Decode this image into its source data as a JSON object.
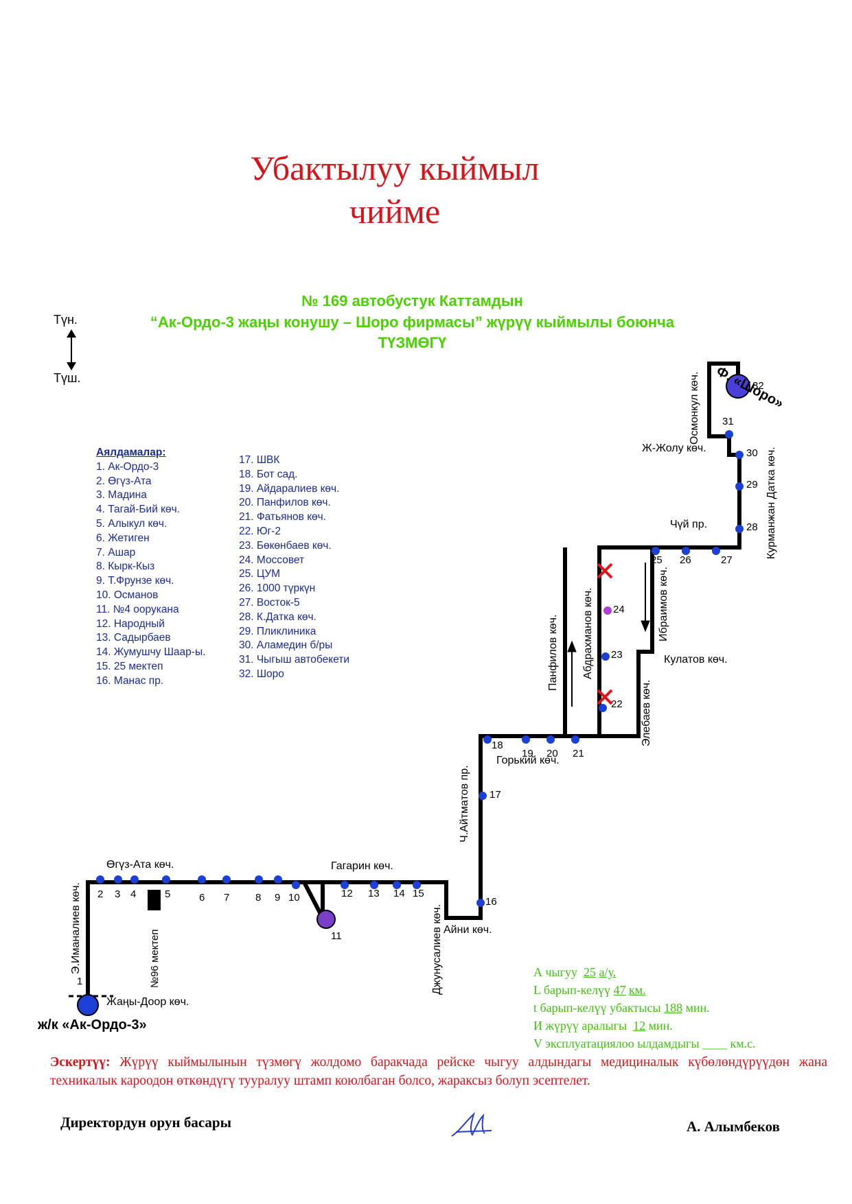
{
  "title": {
    "line1": "Убактылуу кыймыл",
    "line2": "чийме"
  },
  "heading": {
    "line1": "№ 169  автобустук Каттамдын",
    "line2": "“Ак-Ордо-3 жаңы конушу  – Шоро фирмасы” жүрүү кыймылы боюнча",
    "line3": "ТҮЗМӨГҮ"
  },
  "compass": {
    "north": "Түн.",
    "south": "Түш."
  },
  "legend": {
    "heading": "Аялдамалар:",
    "stops": [
      "1. Ак-Ордо-3",
      "2. Өгүз-Ата",
      "3. Мадина",
      "4. Тагай-Бий көч.",
      "5. Алыкул көч.",
      "6. Жетиген",
      "7. Ашар",
      "8. Кырк-Кыз",
      "9. Т.Фрунзе көч.",
      "10. Османов",
      "11. №4 оорукана",
      "12. Народный",
      "13. Садырбаев",
      "14. Жумушчу Шаар-ы.",
      "15. 25 мектеп",
      "16. Манас пр.",
      "17. ШВК",
      "18. Бот сад.",
      "19. Айдаралиев көч.",
      "20. Панфилов көч.",
      "21. Фатьянов көч.",
      "22. Юг-2",
      "23. Бөкөнбаев көч.",
      "24. Моссовет",
      "25. ЦУМ",
      "26. 1000 түркүн",
      "27. Восток-5",
      "28. К.Датка көч.",
      "29. Пликлиника",
      "30. Аламедин б/ры",
      "31. Чыгыш автобекети",
      "32. Шоро"
    ]
  },
  "map": {
    "endpoint_start": "ж/к «Ак-Ордо-3»",
    "endpoint_end": "Ф. «Шоро»",
    "school": "№96 мектеп",
    "streets": {
      "imanaliev": "Э.Иманалиев көч.",
      "oguz_ata": "Өгүз-Ата көч.",
      "gagarin": "Гагарин көч.",
      "jany_door": "Жаңы-Доор көч.",
      "djunusaliev": "Джунусалиев көч.",
      "aini": "Айни көч.",
      "aitmatov": "Ч.Айтматов пр.",
      "gorky": "Горький көч.",
      "panfilov": "Панфилов көч.",
      "abdrahmanov": "Абдрахманов көч.",
      "ibraimov": "Ибраимов көч.",
      "elebaev": "Элебаев көч.",
      "kulatov": "Кулатов көч.",
      "chui": "Чүй пр.",
      "kurmanjan": "Курманжан Датка көч.",
      "jjolu": "Ж-Жолу көч.",
      "osmonkul": "Осмонкул көч."
    },
    "stop_numbers": [
      "1",
      "2",
      "3",
      "4",
      "5",
      "6",
      "7",
      "8",
      "9",
      "10",
      "11",
      "12",
      "13",
      "14",
      "15",
      "16",
      "17",
      "18",
      "19",
      "20",
      "21",
      "22",
      "23",
      "24",
      "25",
      "26",
      "27",
      "28",
      "29",
      "30",
      "31",
      "32"
    ]
  },
  "stats": {
    "a_label": "А чыгуу",
    "a_value": "25",
    "a_unit": "а/у.",
    "l_label": "L барып-келүү",
    "l_value": "47",
    "l_unit": "км.",
    "t_label": "t барып-келүү убактысы",
    "t_value": "188",
    "t_unit": "мин.",
    "i_label": "И жүрүү аралыгы",
    "i_value": "12",
    "i_unit": "мин.",
    "v_label": "V эксплуатациялоо ылдамдыгы",
    "v_value": "____",
    "v_unit": "км.с."
  },
  "note": {
    "label": "Эскертүү:",
    "text": "Жүрүү кыймылынын түзмөгү жолдомо баракчада рейске чыгуу алдындагы медициналык күбөлөндүрүүдөн жана техникалык кароодон өткөндүгү тууралуу штамп коюлбаган болсо, жараксыз болуп эсептелет."
  },
  "footer": {
    "left": "Директордун орун басары",
    "right": "А. Алымбеков"
  },
  "colors": {
    "red": "#d8141a",
    "green": "#4ad200",
    "stop_blue": "#1c3fd6",
    "legend_blue": "#1a2a9a"
  }
}
